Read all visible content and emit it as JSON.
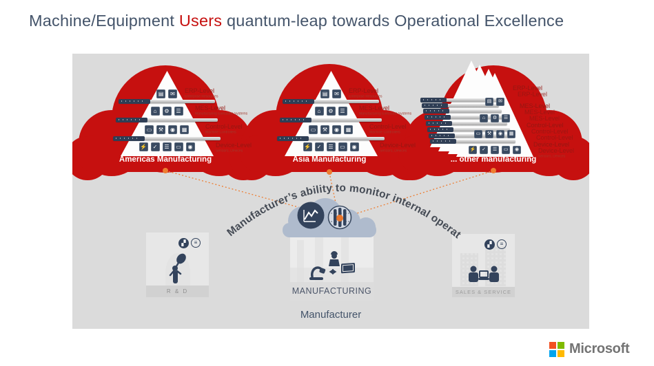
{
  "slide": {
    "title": {
      "prefix": "Machine/Equipment ",
      "highlight": "Users",
      "suffix": " quantum-leap towards Operational Excellence"
    },
    "accent_red": "#C6100F",
    "title_color": "#44546A",
    "panel_color": "#DBDBDB"
  },
  "clouds": [
    {
      "name": "Americas Manufacturing"
    },
    {
      "name": "Asia Manufacturing"
    },
    {
      "name": "... other manufacturing"
    }
  ],
  "levels": [
    {
      "name": "ERP-Level",
      "subtitle": "Enterprise Resources",
      "tiles": [
        "▤",
        "✉"
      ]
    },
    {
      "name": "MES-Level",
      "subtitle": "Manufacturing Execution Systems",
      "tiles": [
        "⌂",
        "⚙",
        "☰"
      ]
    },
    {
      "name": "Control-Level",
      "subtitle": "Machine Controllers",
      "tiles": [
        "▭",
        "⚒",
        "◉",
        "▦"
      ]
    },
    {
      "name": "Device-Level",
      "subtitle": "Sensors, Devices",
      "tiles": [
        "⚡",
        "✓",
        "☰",
        "▭",
        "◉"
      ]
    }
  ],
  "center": {
    "arc_text": "Manufacturer’s ability to monitor internal operations",
    "cloud_color": "#AFBBCD",
    "connector_color": "#ED7D31",
    "icons": [
      "line-chart-icon",
      "iot-monitor-icon"
    ]
  },
  "departments": [
    {
      "label": "R & D"
    },
    {
      "label": "MANUFACTURING"
    },
    {
      "label": "SALES & SERVICE"
    }
  ],
  "dept_badges": [
    "▞",
    "≡"
  ],
  "manufacturer_label": "Manufacturer",
  "brand": {
    "name": "Microsoft",
    "squares": [
      "#F25022",
      "#7FBA00",
      "#00A4EF",
      "#FFB900"
    ],
    "text_color": "#737373"
  }
}
